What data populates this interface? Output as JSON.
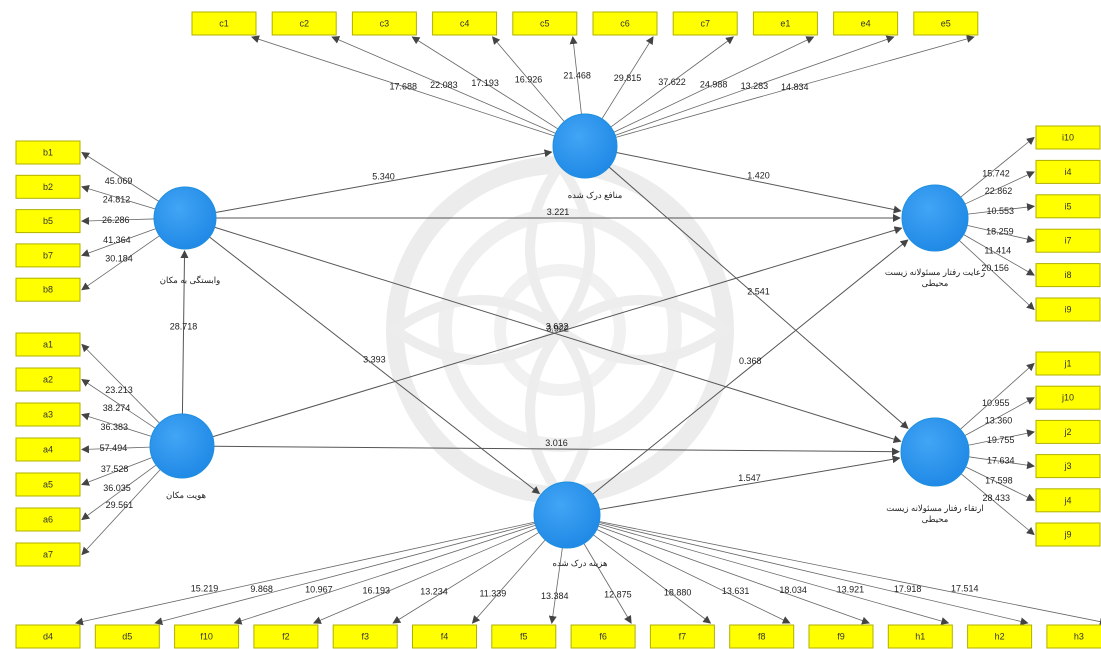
{
  "colors": {
    "indicator_fill": "#ffff00",
    "latent_fill": "#2196f3",
    "latent_highlight": "#1565c0",
    "arrow": "#555555",
    "watermark": "#d9d9d9"
  },
  "latents": [
    {
      "id": "lv-1",
      "label": "وابستگی به مکان"
    },
    {
      "id": "lv-2",
      "label": "هویت مکان"
    },
    {
      "id": "lv-3",
      "label": "منافع درک شده"
    },
    {
      "id": "lv-4",
      "label": "هزینه درک شده"
    },
    {
      "id": "lv-5",
      "label": "رعایت رفتار مسئولانه زیست محیطی"
    },
    {
      "id": "lv-6",
      "label": "ارتقاء رفتار مسئولانه زیست محیطی"
    }
  ],
  "structural_paths": [
    {
      "from": "lv-1",
      "to": "lv-3",
      "coef": "5.340"
    },
    {
      "from": "lv-1",
      "to": "lv-5",
      "coef": "3.221"
    },
    {
      "from": "lv-1",
      "to": "lv-6",
      "coef": "3.922"
    },
    {
      "from": "lv-1",
      "to": "lv-4",
      "coef": "3.393"
    },
    {
      "from": "lv-2",
      "to": "lv-1",
      "coef": "28.718"
    },
    {
      "from": "lv-2",
      "to": "lv-5",
      "coef": "3.622"
    },
    {
      "from": "lv-2",
      "to": "lv-6",
      "coef": "3.016"
    },
    {
      "from": "lv-3",
      "to": "lv-5",
      "coef": "1.420"
    },
    {
      "from": "lv-3",
      "to": "lv-6",
      "coef": "2.541"
    },
    {
      "from": "lv-4",
      "to": "lv-5",
      "coef": "0.368"
    },
    {
      "from": "lv-4",
      "to": "lv-6",
      "coef": "1.547"
    }
  ],
  "indicator_groups": {
    "lv-1": [
      {
        "label": "b1",
        "loading": "45.069"
      },
      {
        "label": "b2",
        "loading": "24.812"
      },
      {
        "label": "b5",
        "loading": "26.286"
      },
      {
        "label": "b7",
        "loading": "41.364"
      },
      {
        "label": "b8",
        "loading": "30.184"
      }
    ],
    "lv-2": [
      {
        "label": "a1",
        "loading": "23.213"
      },
      {
        "label": "a2",
        "loading": "38.274"
      },
      {
        "label": "a3",
        "loading": "36.383"
      },
      {
        "label": "a4",
        "loading": "57.494"
      },
      {
        "label": "a5",
        "loading": "37.528"
      },
      {
        "label": "a6",
        "loading": "36.035"
      },
      {
        "label": "a7",
        "loading": "29.561"
      }
    ],
    "lv-3": [
      {
        "label": "c1",
        "loading": "17.688"
      },
      {
        "label": "c2",
        "loading": "22.083"
      },
      {
        "label": "c3",
        "loading": "17.193"
      },
      {
        "label": "c4",
        "loading": "16.926"
      },
      {
        "label": "c5",
        "loading": "21.468"
      },
      {
        "label": "c6",
        "loading": "29.815"
      },
      {
        "label": "c7",
        "loading": "37.622"
      },
      {
        "label": "e1",
        "loading": "24.988"
      },
      {
        "label": "e4",
        "loading": "13.283"
      },
      {
        "label": "e5",
        "loading": "14.834"
      }
    ],
    "lv-4": [
      {
        "label": "d4",
        "loading": "15.219"
      },
      {
        "label": "d5",
        "loading": "9.868"
      },
      {
        "label": "f10",
        "loading": "10.967"
      },
      {
        "label": "f2",
        "loading": "16.193"
      },
      {
        "label": "f3",
        "loading": "13.234"
      },
      {
        "label": "f4",
        "loading": "11.339"
      },
      {
        "label": "f5",
        "loading": "13.384"
      },
      {
        "label": "f6",
        "loading": "12.875"
      },
      {
        "label": "f7",
        "loading": "18.880"
      },
      {
        "label": "f8",
        "loading": "13.631"
      },
      {
        "label": "f9",
        "loading": "18.034"
      },
      {
        "label": "h1",
        "loading": "13.921"
      },
      {
        "label": "h2",
        "loading": "17.918"
      },
      {
        "label": "h3",
        "loading": "17.514"
      }
    ],
    "lv-5": [
      {
        "label": "i10",
        "loading": "15.742"
      },
      {
        "label": "i4",
        "loading": "22.862"
      },
      {
        "label": "i5",
        "loading": "10.553"
      },
      {
        "label": "i7",
        "loading": "18.259"
      },
      {
        "label": "i8",
        "loading": "11.414"
      },
      {
        "label": "i9",
        "loading": "20.156"
      }
    ],
    "lv-6": [
      {
        "label": "j1",
        "loading": "10.955"
      },
      {
        "label": "j10",
        "loading": "13.360"
      },
      {
        "label": "j2",
        "loading": "19.755"
      },
      {
        "label": "j3",
        "loading": "17.634"
      },
      {
        "label": "j4",
        "loading": "17.598"
      },
      {
        "label": "j9",
        "loading": "28.433"
      }
    ]
  }
}
